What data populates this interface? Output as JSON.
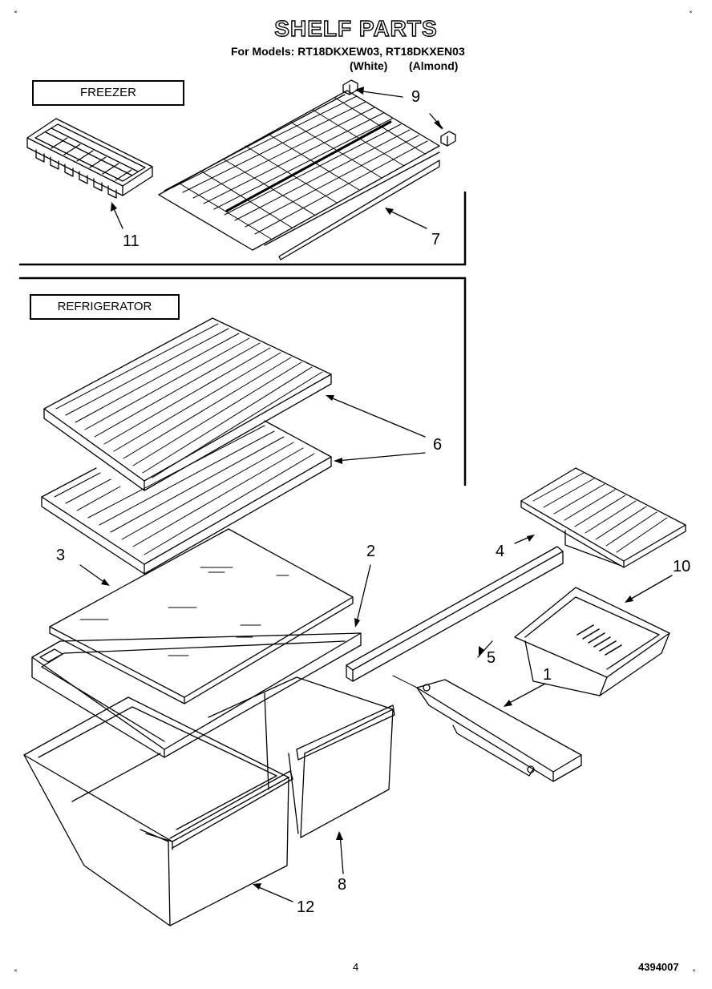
{
  "header": {
    "title": "SHELF PARTS",
    "models_line": "For Models: RT18DKXEW03, RT18DKXEN03",
    "color_white": "(White)",
    "color_almond": "(Almond)"
  },
  "sections": {
    "freezer_label": "FREEZER",
    "refrigerator_label": "REFRIGERATOR"
  },
  "callouts": {
    "c1": "1",
    "c2": "2",
    "c3": "3",
    "c4": "4",
    "c5": "5",
    "c6": "6",
    "c7": "7",
    "c8": "8",
    "c9": "9",
    "c10": "10",
    "c11": "11",
    "c12": "12"
  },
  "footer": {
    "page_number": "4",
    "doc_number": "4394007"
  },
  "corner_marks": {
    "top_left": "˟",
    "top_right": "˟",
    "bottom_left": "˟",
    "bottom_right": "˟"
  }
}
